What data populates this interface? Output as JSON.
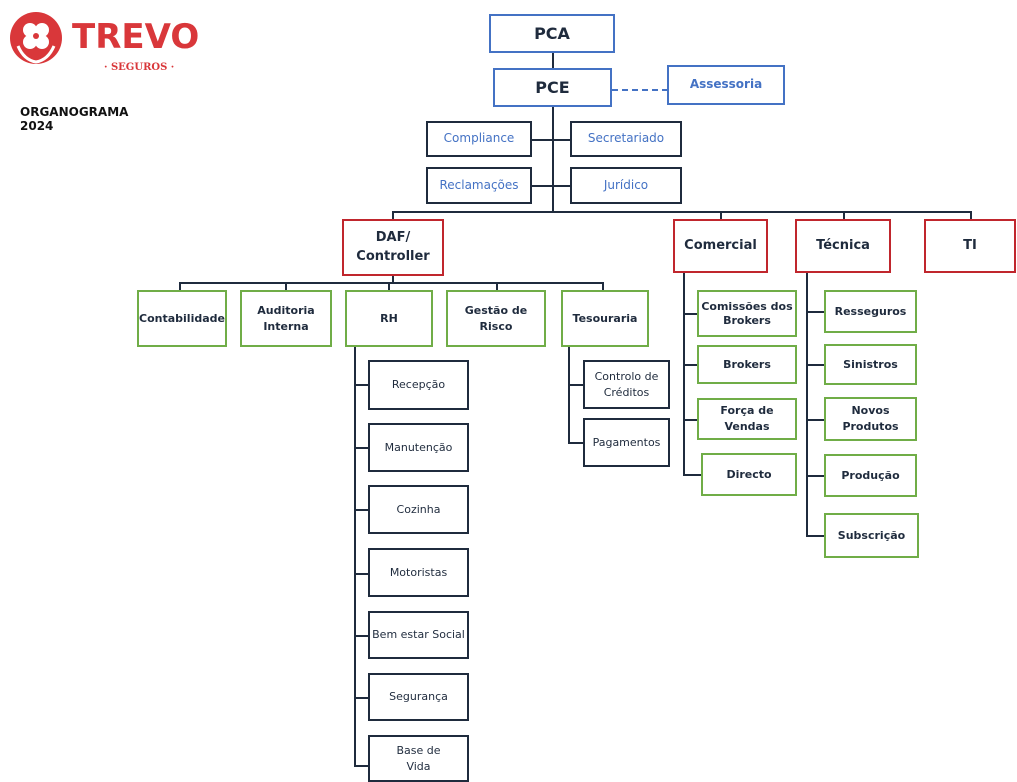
{
  "header": {
    "brand": "TREVO",
    "tagline": "· SEGUROS ·",
    "title": "ORGANOGRAMA\n2024"
  },
  "colors": {
    "top_border": "#4472c4",
    "unit_border": "#1f2b3d",
    "department_border": "#c0262d",
    "section_border": "#70ad47",
    "brand_red": "#d9373a"
  },
  "icons": {
    "logo": "clover-in-hands-icon"
  },
  "nodes": {
    "pca": "PCA",
    "pce": "PCE",
    "assessoria": "Assessoria",
    "compliance": "Compliance",
    "secretariado": "Secretariado",
    "reclamacoes": "Reclamações",
    "juridico": "Jurídico",
    "daf": "DAF/\nController",
    "comercial": "Comercial",
    "tecnica": "Técnica",
    "ti": "TI",
    "contabilidade": "Contabilidade",
    "auditoria": "Auditoria\nInterna",
    "rh": "RH",
    "gestao_risco": "Gestão de\nRisco",
    "tesouraria": "Tesouraria",
    "rh_items": [
      "Recepção",
      "Manutenção",
      "Cozinha",
      "Motoristas",
      "Bem estar Social",
      "Segurança",
      "Base de\nVida"
    ],
    "tesouraria_items": [
      "Controlo de\nCréditos",
      "Pagamentos"
    ],
    "comercial_items": [
      "Comissões dos\nBrokers",
      "Brokers",
      "Força de Vendas",
      "Directo"
    ],
    "tecnica_items": [
      "Resseguros",
      "Sinistros",
      "Novos\nProdutos",
      "Produção",
      "Subscrição"
    ]
  }
}
